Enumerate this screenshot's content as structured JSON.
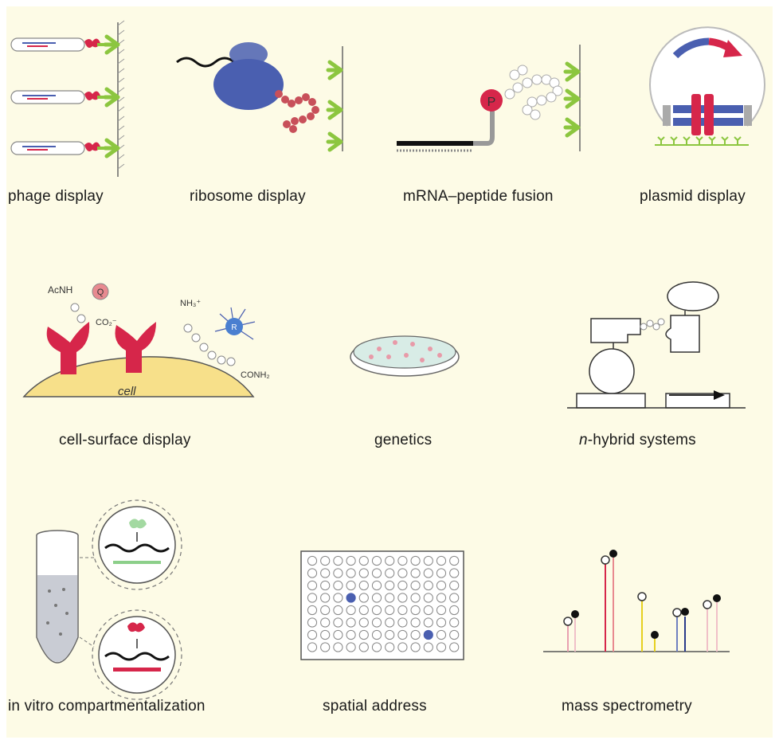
{
  "labels": {
    "phage": "phage display",
    "ribosome": "ribosome display",
    "mrna": "mRNA–peptide fusion",
    "plasmid": "plasmid display",
    "cell_surface": "cell-surface display",
    "genetics": "genetics",
    "n_hybrid_italic": "n",
    "n_hybrid_rest": "-hybrid systems",
    "ivc": "in vitro compartmentalization",
    "spatial": "spatial address",
    "mass": "mass spectrometry"
  },
  "glyphs": {
    "p_letter": "P",
    "q_letter": "Q",
    "r_letter": "R",
    "acnh": "AcNH",
    "co2": "CO₂⁻",
    "nh3": "NH₃⁺",
    "conh2": "CONH₂",
    "cell": "cell"
  },
  "colors": {
    "background": "#fdfbe6",
    "antibody_green": "#8cc63f",
    "ribosome_blue": "#4a5fb0",
    "bead_red": "#c8505a",
    "magenta": "#d6264a",
    "cell_yellow": "#f7e08a"
  }
}
